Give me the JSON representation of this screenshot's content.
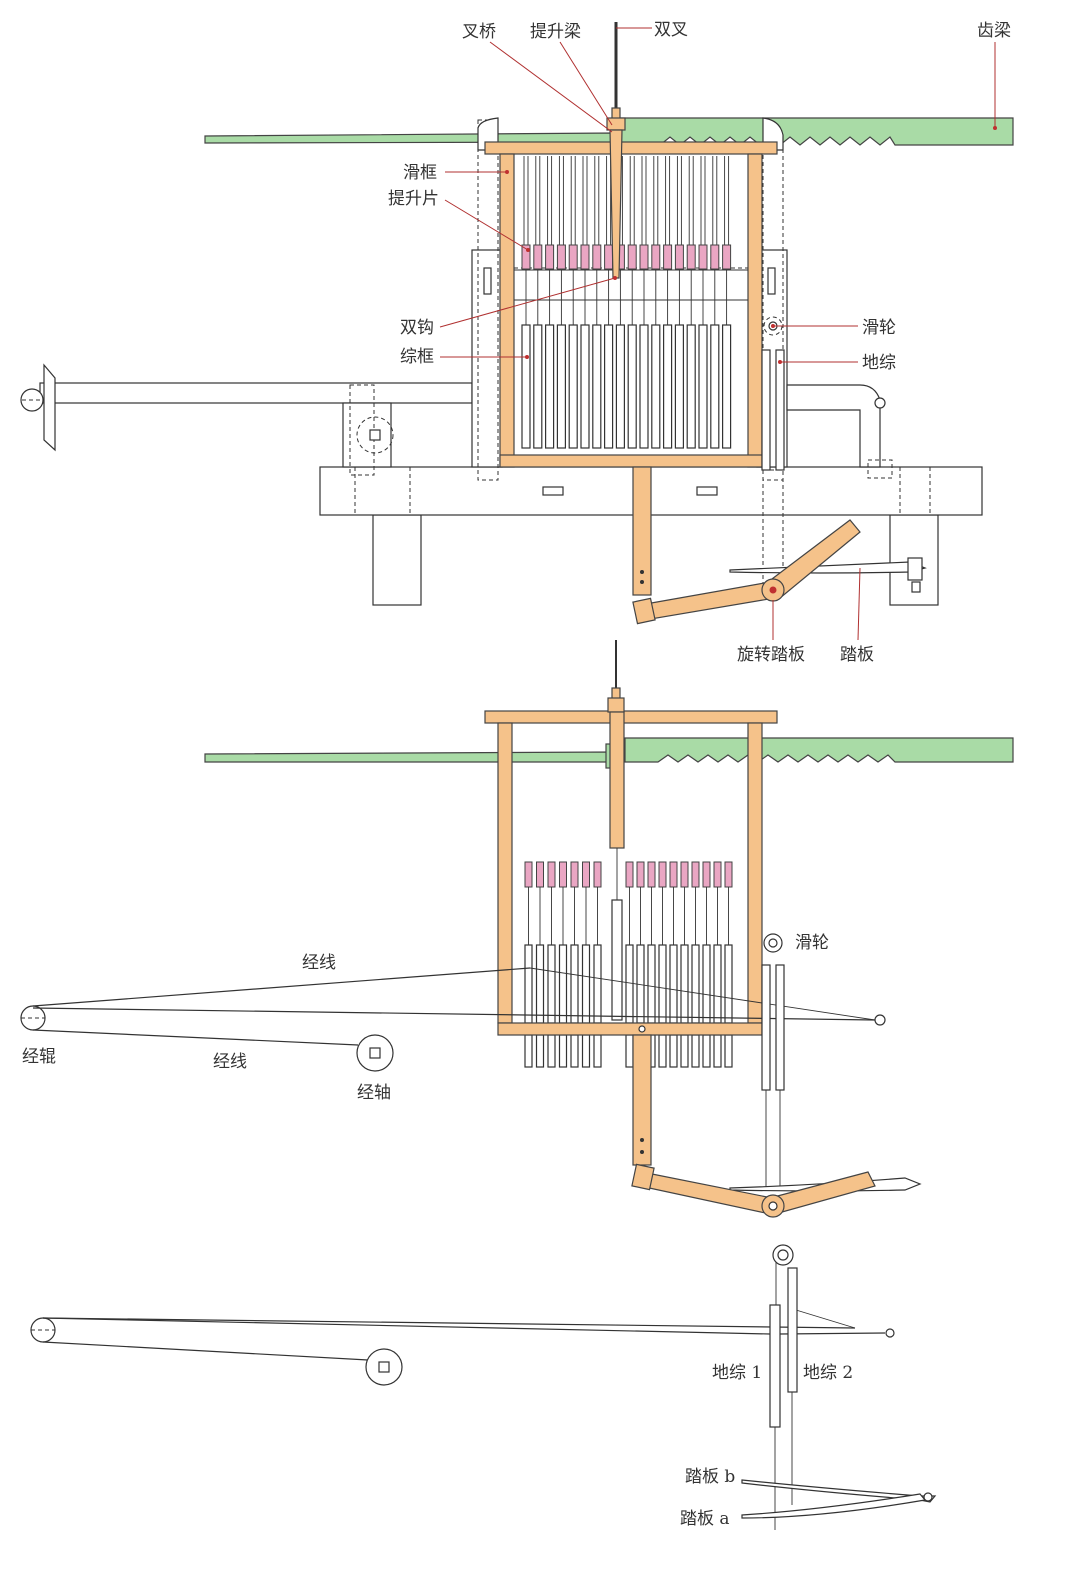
{
  "top_view": {
    "labels": {
      "cha_qiao": "叉桥",
      "tisheng_liang": "提升梁",
      "shuang_cha": "双叉",
      "chi_liang": "齿梁",
      "hua_kuang": "滑框",
      "tisheng_pian": "提升片",
      "shuang_gou": "双钩",
      "zong_kuang": "综框",
      "hua_lun": "滑轮",
      "di_zong": "地综",
      "xuanzhuan_taban": "旋转踏板",
      "taban": "踏板"
    }
  },
  "middle_view": {
    "labels": {
      "jing_xian_upper": "经线",
      "hua_lun": "滑轮",
      "jing_gun": "经辊",
      "jing_xian_lower": "经线",
      "jing_zhou": "经轴"
    }
  },
  "bottom_view": {
    "labels": {
      "di_zong_1": "地综 1",
      "di_zong_2": "地综 2",
      "taban_b": "踏板 b",
      "taban_a": "踏板 a"
    }
  },
  "colors": {
    "wood": "#f5c28a",
    "comb_beam": "#a9dba6",
    "lift_plate": "#eaa6c3"
  }
}
